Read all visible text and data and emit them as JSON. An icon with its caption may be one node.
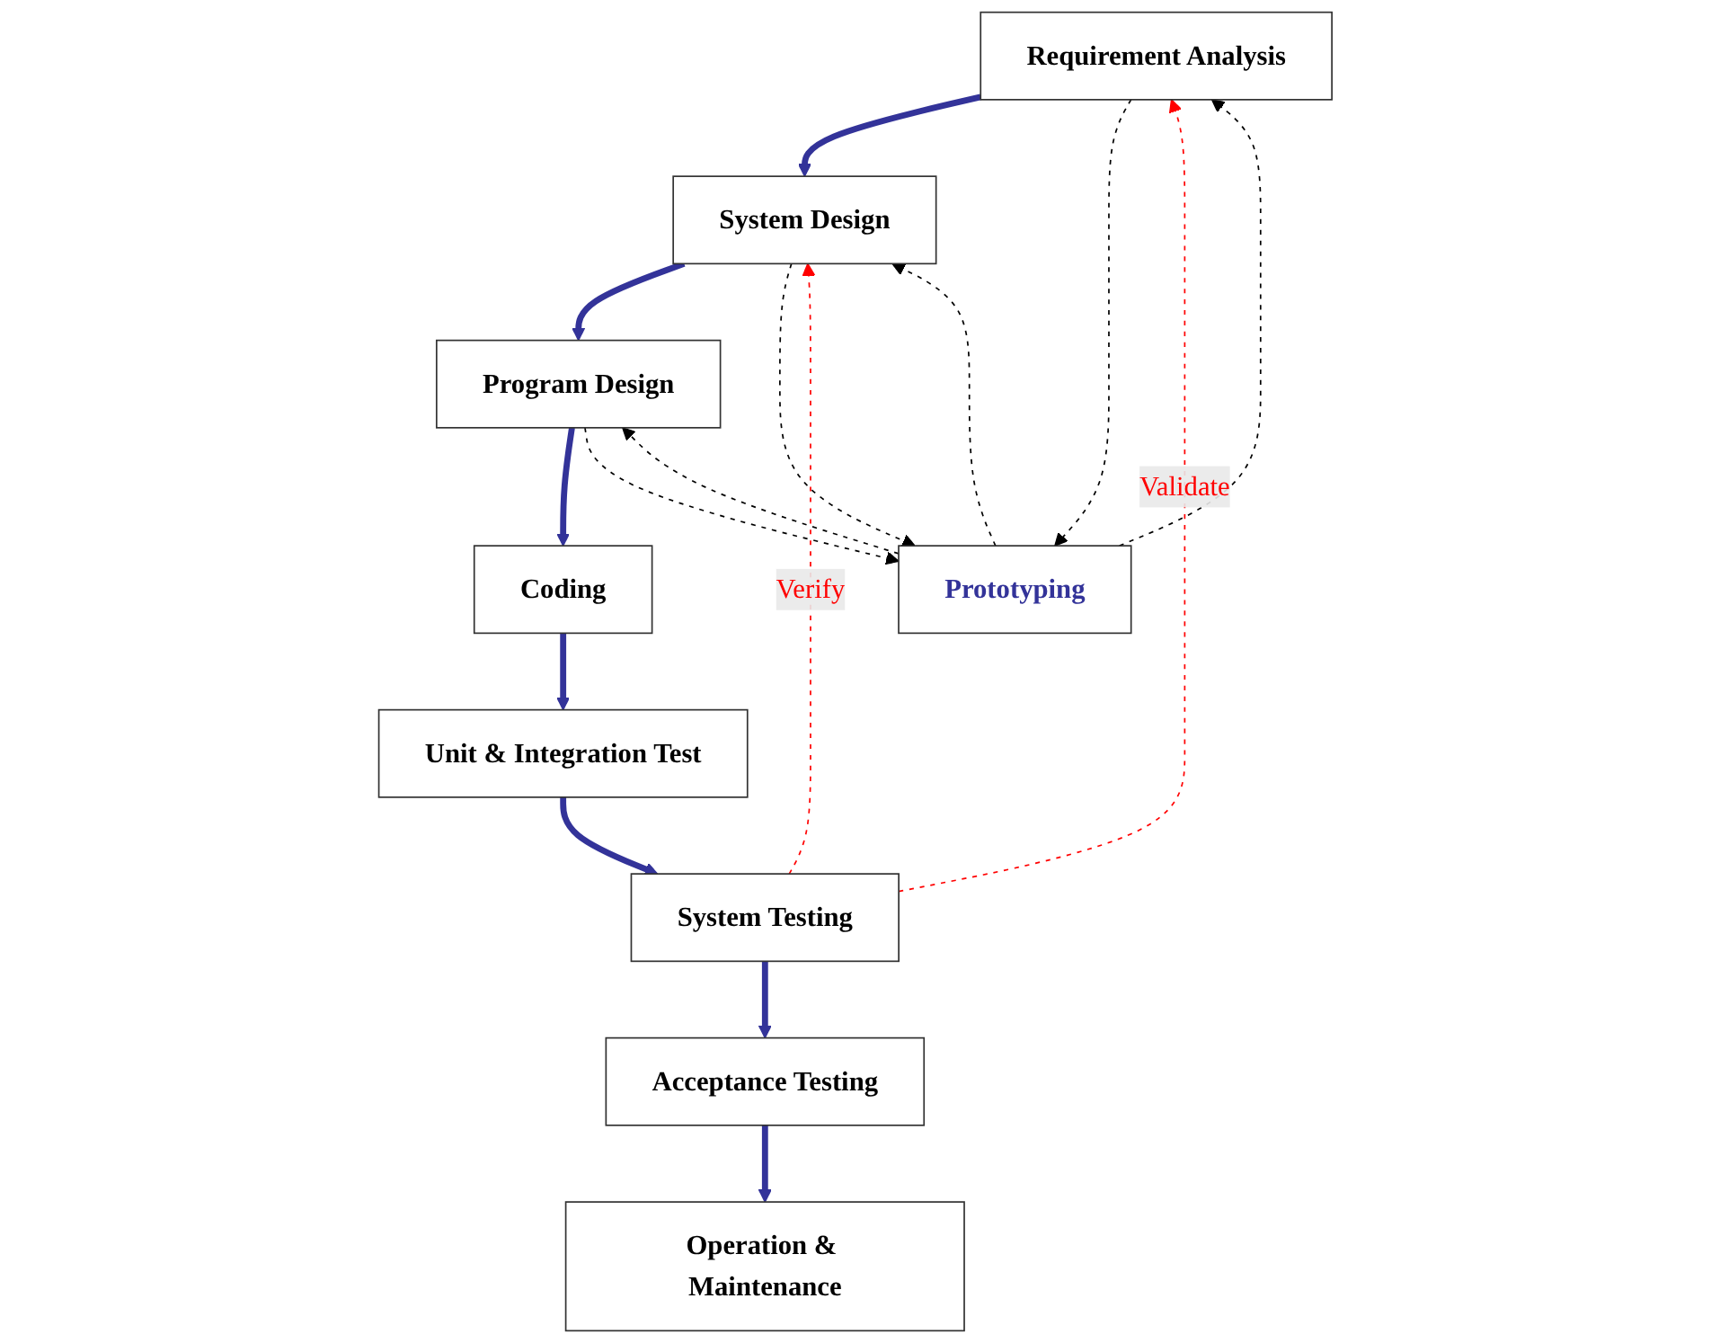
{
  "diagram": {
    "nodes": [
      {
        "text": [
          "Requirement Analysis"
        ]
      },
      {
        "text": [
          "System Design"
        ]
      },
      {
        "text": [
          "Program Design"
        ]
      },
      {
        "text": [
          "Coding"
        ]
      },
      {
        "text": [
          "Unit & Integration Test"
        ]
      },
      {
        "text": [
          "System Testing"
        ]
      },
      {
        "text": [
          "Acceptance Testing"
        ]
      },
      {
        "text": [
          "Operation & Maintenance"
        ]
      },
      {
        "text": [
          "Prototyping"
        ]
      }
    ],
    "edges": [
      {
        "from": 0,
        "to": 1,
        "arrow": "to",
        "style": "thick",
        "color": "#333399"
      },
      {
        "from": 1,
        "to": 2,
        "arrow": "to",
        "style": "thick",
        "color": "#333399"
      },
      {
        "from": 2,
        "to": 3,
        "arrow": "to",
        "style": "thick",
        "color": "#333399"
      },
      {
        "from": 3,
        "to": 4,
        "arrow": "to",
        "style": "thick",
        "color": "#333399"
      },
      {
        "from": 4,
        "to": 5,
        "arrow": "to",
        "style": "thick",
        "color": "#333399"
      },
      {
        "from": 5,
        "to": 6,
        "arrow": "to",
        "style": "thick",
        "color": "#333399"
      },
      {
        "from": 6,
        "to": 7,
        "arrow": "to",
        "style": "thick",
        "color": "#333399"
      },
      {
        "from": 0,
        "to": 8,
        "arrow": "to",
        "style": "dashed",
        "color": "#000000"
      },
      {
        "from": 8,
        "to": 0,
        "arrow": "to",
        "style": "dashed",
        "color": "#000000"
      },
      {
        "from": 1,
        "to": 8,
        "arrow": "to",
        "style": "dashed",
        "color": "#000000"
      },
      {
        "from": 8,
        "to": 1,
        "arrow": "to",
        "style": "dashed",
        "color": "#000000"
      },
      {
        "from": 2,
        "to": 8,
        "arrow": "to",
        "style": "dashed",
        "color": "#000000"
      },
      {
        "from": 8,
        "to": 2,
        "arrow": "to",
        "style": "dashed",
        "color": "#000000"
      },
      {
        "from": 5,
        "to": 0,
        "arrow": "to",
        "style": "dashed",
        "color": "#ff0000",
        "label": "Validate"
      },
      {
        "from": 5,
        "to": 1,
        "arrow": "to",
        "style": "dashed",
        "color": "#ff0000",
        "label": "Verify"
      }
    ]
  }
}
